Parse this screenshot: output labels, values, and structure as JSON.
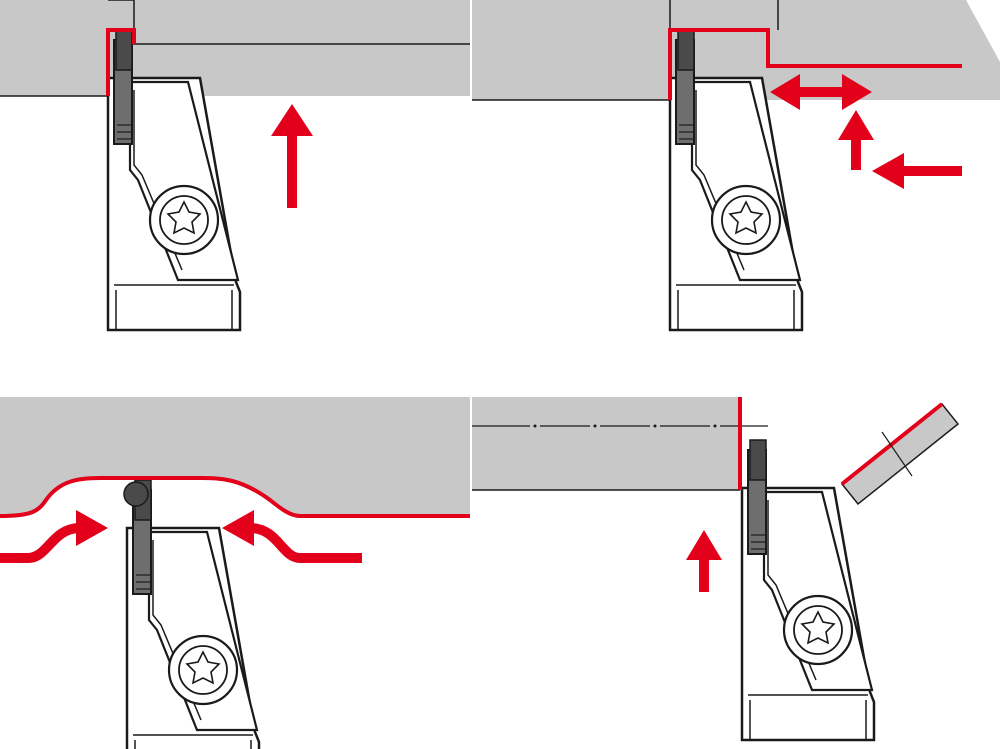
{
  "colors": {
    "workpiece": "#c8c8c8",
    "accent_red": "#e2001a",
    "outline": "#1a1a1a",
    "insert_dark": "#4a4a4a",
    "holder_fill": "#ffffff"
  },
  "panels": [
    {
      "id": "panel-top-left",
      "operation_icon": "radial-infeed-icon"
    },
    {
      "id": "panel-top-right",
      "operation_icon": "grooving-and-turning-icon"
    },
    {
      "id": "panel-bottom-left",
      "operation_icon": "profiling-icon"
    },
    {
      "id": "panel-bottom-right",
      "operation_icon": "parting-off-icon"
    }
  ]
}
